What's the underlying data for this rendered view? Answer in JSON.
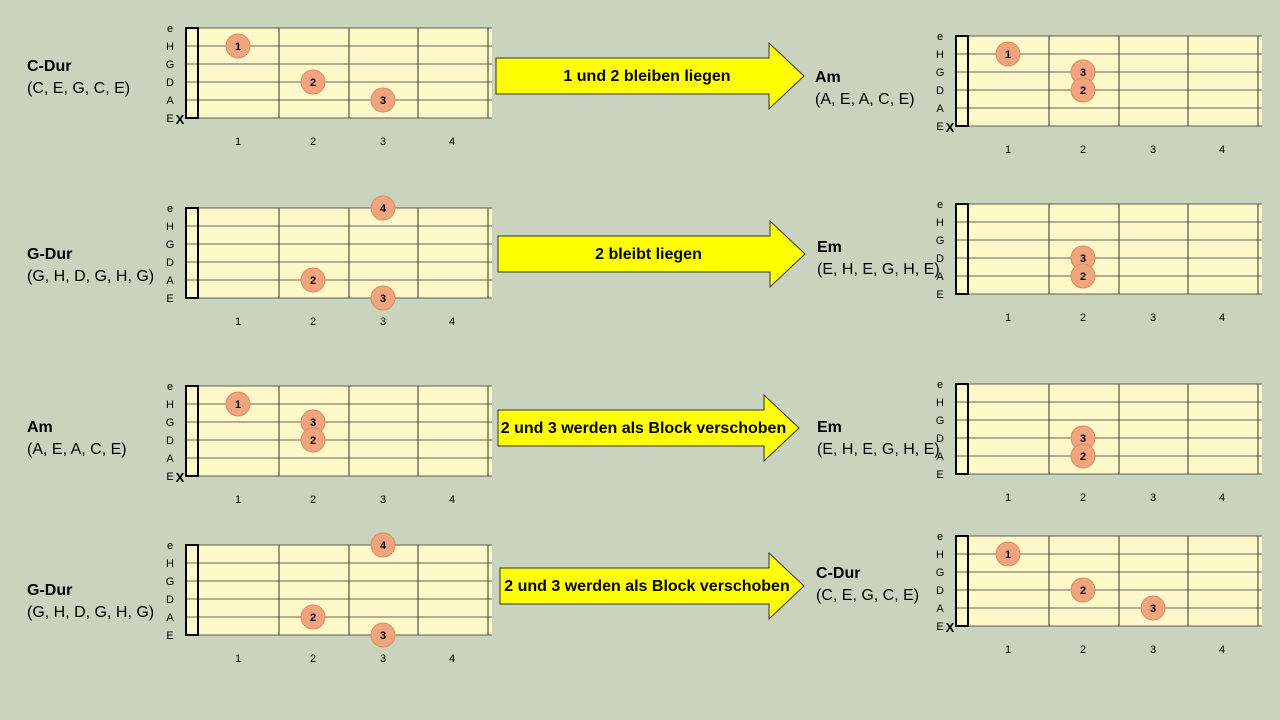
{
  "strings": [
    "e",
    "H",
    "G",
    "D",
    "A",
    "E"
  ],
  "fret_numbers": [
    "1",
    "2",
    "3",
    "4"
  ],
  "muted_symbol": "X",
  "colors": {
    "background": "#c9d3bd",
    "fretboard": "#fff8c8",
    "dot": "#f1a57e",
    "arrow": "#ffff00"
  },
  "rows": [
    {
      "left": {
        "name": "C-Dur",
        "notes": "(C, E, G, C, E)",
        "muted": [
          "E"
        ],
        "dots": [
          {
            "string": "H",
            "fret": 1,
            "finger": "1"
          },
          {
            "string": "D",
            "fret": 2,
            "finger": "2"
          },
          {
            "string": "A",
            "fret": 3,
            "finger": "3"
          }
        ]
      },
      "arrow": "1 und 2 bleiben liegen",
      "right": {
        "name": "Am",
        "notes": "(A, E, A, C, E)",
        "muted": [
          "E"
        ],
        "dots": [
          {
            "string": "H",
            "fret": 1,
            "finger": "1"
          },
          {
            "string": "G",
            "fret": 2,
            "finger": "3"
          },
          {
            "string": "D",
            "fret": 2,
            "finger": "2"
          }
        ]
      }
    },
    {
      "left": {
        "name": "G-Dur",
        "notes": "(G, H, D, G, H, G)",
        "muted": [],
        "dots": [
          {
            "string": "e",
            "fret": 3,
            "finger": "4"
          },
          {
            "string": "A",
            "fret": 2,
            "finger": "2"
          },
          {
            "string": "E",
            "fret": 3,
            "finger": "3"
          }
        ]
      },
      "arrow": "2 bleibt liegen",
      "right": {
        "name": "Em",
        "notes": "(E, H, E, G, H, E)",
        "muted": [],
        "dots": [
          {
            "string": "D",
            "fret": 2,
            "finger": "3"
          },
          {
            "string": "A",
            "fret": 2,
            "finger": "2"
          }
        ]
      }
    },
    {
      "left": {
        "name": "Am",
        "notes": "(A, E, A, C, E)",
        "muted": [
          "E"
        ],
        "dots": [
          {
            "string": "H",
            "fret": 1,
            "finger": "1"
          },
          {
            "string": "G",
            "fret": 2,
            "finger": "3"
          },
          {
            "string": "D",
            "fret": 2,
            "finger": "2"
          }
        ]
      },
      "arrow": "2 und 3 werden als Block verschoben",
      "right": {
        "name": "Em",
        "notes": "(E, H, E, G, H, E)",
        "muted": [],
        "dots": [
          {
            "string": "D",
            "fret": 2,
            "finger": "3"
          },
          {
            "string": "A",
            "fret": 2,
            "finger": "2"
          }
        ]
      }
    },
    {
      "left": {
        "name": "G-Dur",
        "notes": "(G, H, D, G, H, G)",
        "muted": [],
        "dots": [
          {
            "string": "e",
            "fret": 3,
            "finger": "4"
          },
          {
            "string": "A",
            "fret": 2,
            "finger": "2"
          },
          {
            "string": "E",
            "fret": 3,
            "finger": "3"
          }
        ]
      },
      "arrow": "2 und 3 werden als Block verschoben",
      "right": {
        "name": "C-Dur",
        "notes": "(C, E, G, C, E)",
        "muted": [
          "E"
        ],
        "dots": [
          {
            "string": "H",
            "fret": 1,
            "finger": "1"
          },
          {
            "string": "D",
            "fret": 2,
            "finger": "2"
          },
          {
            "string": "A",
            "fret": 3,
            "finger": "3"
          }
        ]
      }
    }
  ]
}
